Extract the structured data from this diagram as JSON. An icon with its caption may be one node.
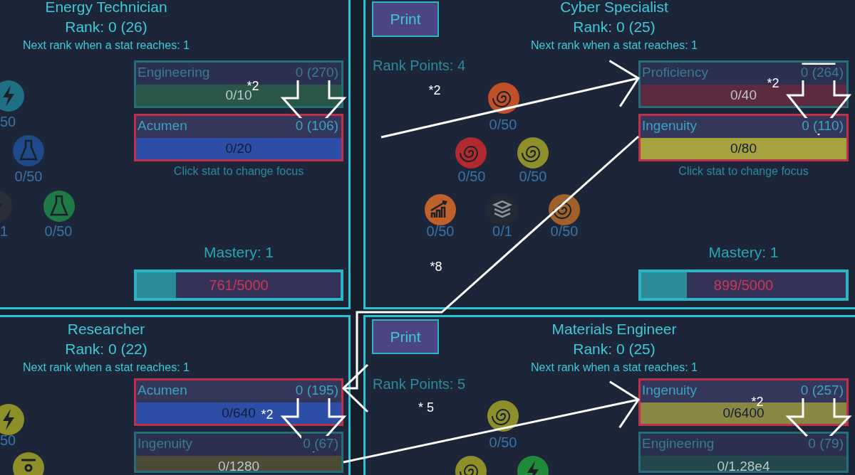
{
  "diagram": {
    "nodes": [
      {
        "text": [
          "Energy Technician",
          "Rank: 0 (26)",
          "Next rank when a stat reaches: 1"
        ]
      },
      {
        "text": [
          "Engineering",
          "0 (270)",
          "0/10"
        ],
        "in": 0
      },
      {
        "text": [
          "Acumen",
          "0 (106)",
          "0/20"
        ],
        "in": 0,
        "beside": [
          "Click stat to change focus"
        ]
      },
      {
        "text": [
          "Mastery: 1",
          "761/5000"
        ],
        "in": 0
      },
      {
        "text": [
          "Cyber Specialist",
          "Rank: 0 (25)",
          "Next rank when a stat reaches: 1"
        ]
      },
      {
        "text": [
          "Print"
        ],
        "in": 4
      },
      {
        "text": [
          "Proficiency",
          "0 (264)",
          "0/40"
        ],
        "in": 4
      },
      {
        "text": [
          "Ingenuity",
          "0 (110)",
          "0/80"
        ],
        "in": 4,
        "beside": [
          "Click stat to change focus"
        ]
      },
      {
        "text": [
          "Mastery: 1",
          "899/5000"
        ],
        "in": 4
      },
      {
        "text": [
          "Researcher",
          "Rank: 0 (22)",
          "Next rank when a stat reaches: 1"
        ]
      },
      {
        "text": [
          "Acumen",
          "0 (195)",
          "0/640"
        ],
        "in": 9
      },
      {
        "text": [
          "Ingenuity",
          "0 (67)",
          "0/1280"
        ],
        "in": 9
      },
      {
        "text": [
          "Materials Engineer",
          "Rank: 0 (25)",
          "Next rank when a stat reaches: 1"
        ]
      },
      {
        "text": [
          "Print"
        ],
        "in": 12
      },
      {
        "text": [
          "Ingenuity",
          "0 (257)",
          "0/6400"
        ],
        "in": 12
      },
      {
        "text": [
          "Engineering",
          "0 (79)",
          "0/1.28e4"
        ],
        "in": 12
      }
    ],
    "edges": [
      {
        "from": 1,
        "to": 2,
        "arrow": "to"
      },
      {
        "from": null,
        "to": 6,
        "arrow": "to"
      },
      {
        "from": 6,
        "to": 7,
        "arrow": "to"
      },
      {
        "from": 7,
        "to": 10,
        "arrow": "to"
      },
      {
        "from": 10,
        "to": 11,
        "arrow": "to"
      },
      {
        "from": 11,
        "to": 14,
        "arrow": "to"
      },
      {
        "from": 14,
        "to": 15,
        "arrow": "to"
      }
    ],
    "labels": [
      "50",
      "0/50",
      "1",
      "0/50",
      "Rank Points: 4",
      "0/50",
      "0/50",
      "0/50",
      "0/50",
      "0/1",
      "0/50",
      "50",
      "Rank Points: 5",
      "0/50",
      "*2",
      "*2",
      "*2",
      "*8",
      "*2",
      "* 5",
      "*2"
    ]
  }
}
